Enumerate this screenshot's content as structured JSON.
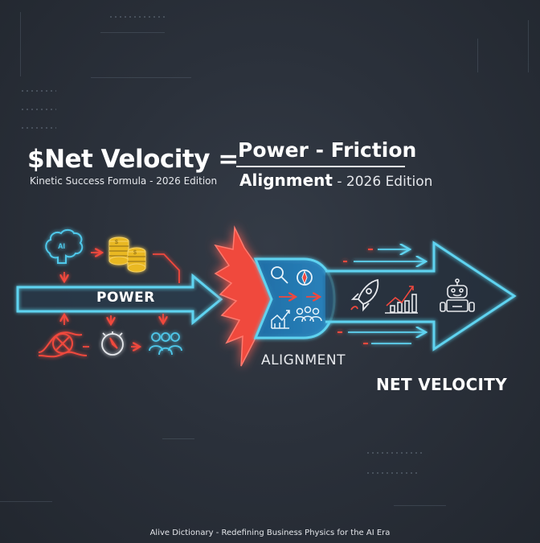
{
  "title": {
    "formula_lhs": "$Net Velocity =",
    "subtitle": "Kinetic Success Formula - 2026 Edition",
    "numerator": "Power - Friction",
    "denominator_bold": "Alignment",
    "denominator_suffix": " - 2026 Edition"
  },
  "diagram": {
    "power_label": "POWER",
    "alignment_label": "ALIGNMENT",
    "net_velocity_label": "NET VELOCITY",
    "power_inputs": [
      "ai-brain-icon",
      "coin-stacks-icon",
      "tangled-knot-icon",
      "stopwatch-icon",
      "team-icon"
    ],
    "alignment_icons": [
      "magnifier-icon",
      "compass-icon",
      "growth-chart-icon",
      "team-icon"
    ],
    "velocity_icons": [
      "rocket-icon",
      "bar-chart-growth-icon",
      "robot-icon"
    ]
  },
  "colors": {
    "background": "#2b313b",
    "cyan_glow": "#5fd3f0",
    "red_accent": "#f0483e",
    "gold": "#f2c230",
    "text": "#ffffff"
  },
  "footer": {
    "text": "Alive Dictionary - Redefining Business Physics for the AI Era"
  }
}
